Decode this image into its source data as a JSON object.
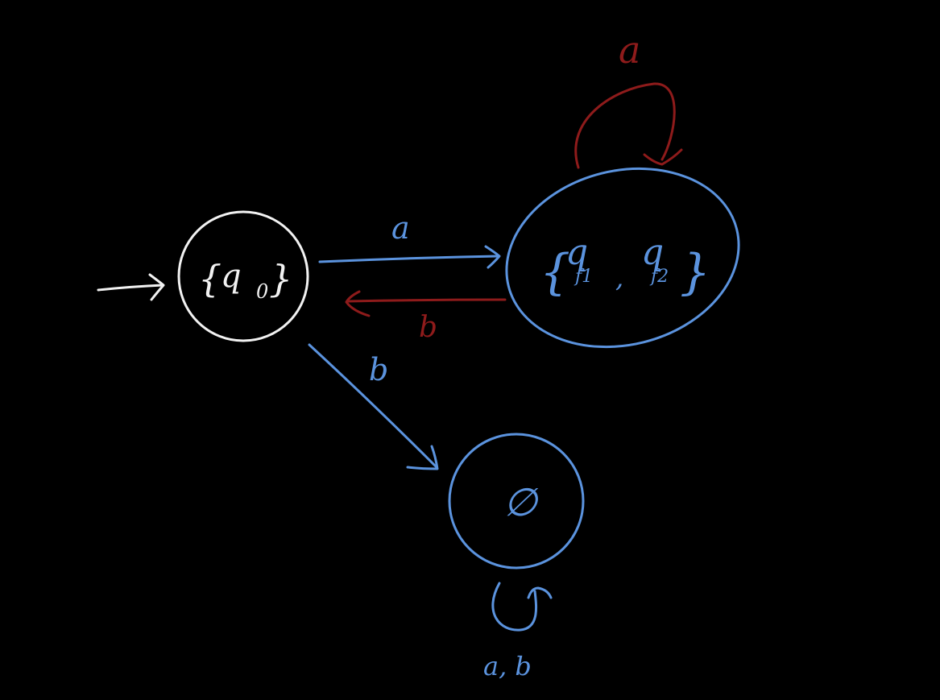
{
  "colors": {
    "background": "#000000",
    "start_state": "#f2f2f2",
    "blue": "#5b93de",
    "red": "#8e1b1b"
  },
  "states": {
    "q0": {
      "label_open": "{",
      "label_main": "q",
      "label_sub": "0",
      "label_close": "}"
    },
    "f12": {
      "label_open": "{",
      "q1": "q",
      "sub1": "f1",
      "comma": ",",
      "q2": "q",
      "sub2": "f2",
      "label_close": "}"
    },
    "empty": {
      "label": "∅"
    }
  },
  "transitions": {
    "q0_to_f12": "a",
    "f12_to_q0": "b",
    "q0_to_empty": "b",
    "f12_self": "a",
    "empty_self": "a, b"
  }
}
